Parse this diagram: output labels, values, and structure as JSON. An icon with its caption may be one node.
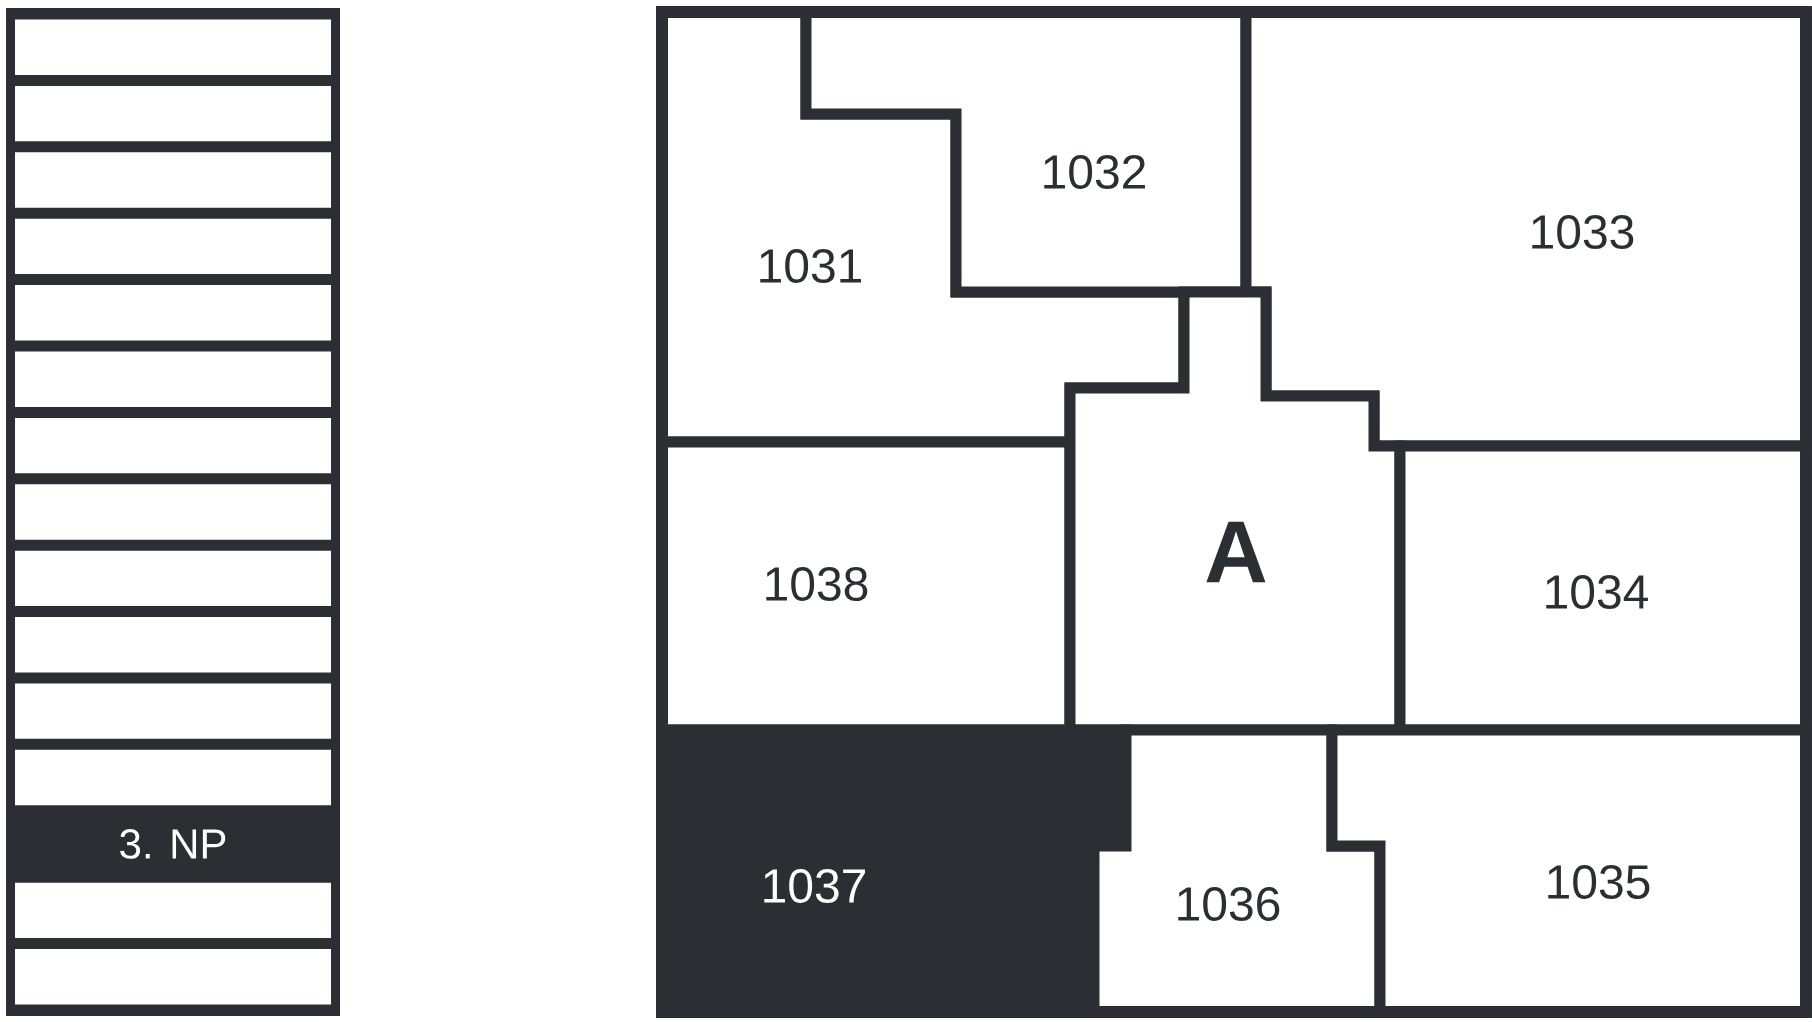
{
  "diagram": {
    "nodes": [
      {
        "text": [],
        "shape": "box"
      },
      {
        "text": [],
        "shape": "box"
      },
      {
        "text": [],
        "shape": "box"
      },
      {
        "text": [],
        "shape": "box"
      },
      {
        "text": [],
        "shape": "box"
      },
      {
        "text": [],
        "shape": "box"
      },
      {
        "text": [],
        "shape": "box"
      },
      {
        "text": [],
        "shape": "box"
      },
      {
        "text": [],
        "shape": "box"
      },
      {
        "text": [],
        "shape": "box"
      },
      {
        "text": [],
        "shape": "box"
      },
      {
        "text": [],
        "shape": "box"
      },
      {
        "text": [
          "3. NP"
        ]
      },
      {
        "text": [],
        "shape": "box"
      },
      {
        "text": [],
        "shape": "box"
      },
      {
        "text": [
          "1031"
        ]
      },
      {
        "text": [
          "1032"
        ]
      },
      {
        "text": [
          "1033"
        ]
      },
      {
        "text": [
          "1038"
        ]
      },
      {
        "text": [
          "A"
        ]
      },
      {
        "text": [
          "1034"
        ]
      },
      {
        "text": [
          "1037"
        ]
      },
      {
        "text": [
          "1036"
        ]
      },
      {
        "text": [
          "1035"
        ]
      }
    ],
    "edges": []
  }
}
